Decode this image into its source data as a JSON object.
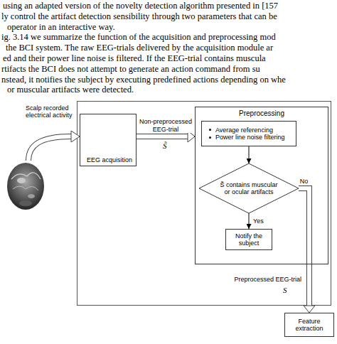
{
  "diagram": {
    "nodes": [
      {
        "text": [
          "EEG acquisition"
        ]
      },
      {
        "text": [
          "Preprocessing"
        ]
      },
      {
        "text": [
          "Average referencing",
          "Power line noise filtering"
        ],
        "in": 1
      },
      {
        "text": [
          "S̃ contains muscular or ocular artifacts"
        ],
        "in": 1
      },
      {
        "text": [
          "Notify the subject"
        ],
        "in": 1
      },
      {
        "text": [
          "Feature extraction"
        ]
      }
    ],
    "edges": [
      {
        "from": 0,
        "to": 1,
        "arrow": "to",
        "label": "Non-preprocessed EEG-trial"
      },
      {
        "from": 2,
        "to": 3,
        "arrow": "to"
      },
      {
        "from": 3,
        "to": 4,
        "arrow": "to",
        "label": "Yes"
      },
      {
        "from": 3,
        "to": 5,
        "arrow": "to",
        "label": "No"
      }
    ],
    "labels": [
      "using an adapted version of the novelty detection algorithm presented in [157",
      "ly control the artifact detection sensibility through two parameters that can be",
      "operator in an interactive way.",
      "ig. 3.14 we summarize the function of the acquisition and preprocessing mod",
      "the BCI system. The raw EEG-trials delivered by the acquisition module ar",
      "ed and their power line noise is filtered. If the EEG-trial contains muscula",
      "rtifacts the BCI does not attempt to generate an action command from su",
      "nstead, it notifies the subject by executing predefined actions depending on whe",
      "or muscular artifacts were detected.",
      "Scalp recorded electrical activity",
      "S̃",
      "Preprocessed EEG-trial",
      "S"
    ]
  }
}
